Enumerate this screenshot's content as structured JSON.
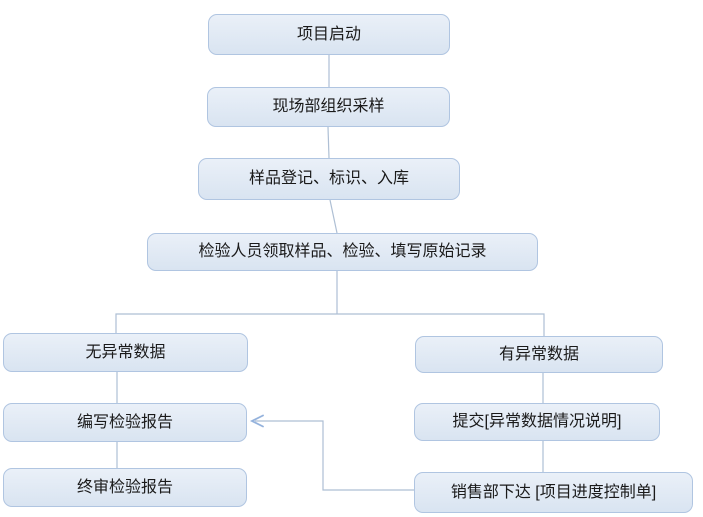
{
  "diagram": {
    "type": "flowchart",
    "nodes": [
      {
        "id": "start",
        "label": "项目启动"
      },
      {
        "id": "sampling",
        "label": "现场部组织采样"
      },
      {
        "id": "registration",
        "label": "样品登记、标识、入库"
      },
      {
        "id": "inspection",
        "label": "检验人员领取样品、检验、填写原始记录"
      },
      {
        "id": "no_abnormal",
        "label": "无异常数据"
      },
      {
        "id": "abnormal",
        "label": "有异常数据"
      },
      {
        "id": "write_report",
        "label": "编写检验报告"
      },
      {
        "id": "submit_note",
        "label": "提交[异常数据情况说明]"
      },
      {
        "id": "final_review",
        "label": "终审检验报告"
      },
      {
        "id": "sales_issue",
        "label": "销售部下达 [项目进度控制单]"
      }
    ],
    "edges": [
      {
        "from": "start",
        "to": "sampling"
      },
      {
        "from": "sampling",
        "to": "registration"
      },
      {
        "from": "registration",
        "to": "inspection"
      },
      {
        "from": "inspection",
        "to": "no_abnormal"
      },
      {
        "from": "inspection",
        "to": "abnormal"
      },
      {
        "from": "no_abnormal",
        "to": "write_report"
      },
      {
        "from": "write_report",
        "to": "final_review"
      },
      {
        "from": "abnormal",
        "to": "submit_note"
      },
      {
        "from": "submit_note",
        "to": "sales_issue"
      },
      {
        "from": "sales_issue",
        "to": "write_report",
        "style": "arrow-feedback"
      }
    ],
    "colors": {
      "node_fill_top": "#eaf0f8",
      "node_fill_bottom": "#d9e4f1",
      "node_border": "#b0c5e1",
      "connector": "#aebfd4",
      "arrow": "#94b2dc",
      "text": "#1a1a1a",
      "background": "#ffffff"
    }
  }
}
